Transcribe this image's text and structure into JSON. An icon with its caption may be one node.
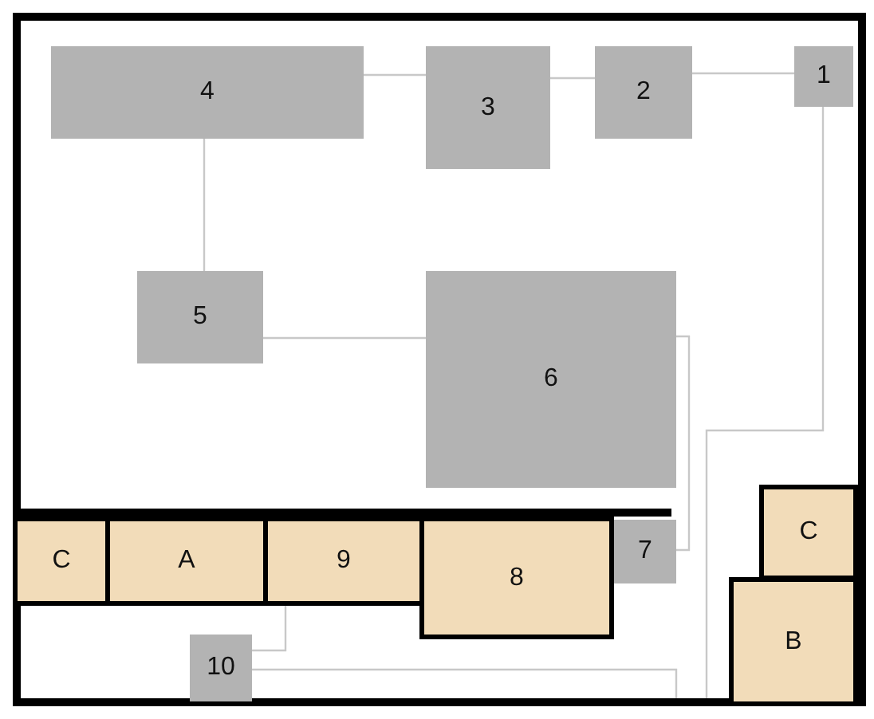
{
  "diagram": {
    "nodes": [
      {
        "text": [],
        "shape": "box"
      },
      {
        "text": [
          "4"
        ],
        "in": 0
      },
      {
        "text": [
          "3"
        ],
        "in": 0
      },
      {
        "text": [
          "2"
        ],
        "in": 0
      },
      {
        "text": [
          "1"
        ],
        "in": 0
      },
      {
        "text": [
          "5"
        ],
        "in": 0
      },
      {
        "text": [
          "6"
        ],
        "in": 0
      },
      {
        "text": [
          "C"
        ],
        "in": 0
      },
      {
        "text": [
          "A"
        ],
        "in": 0
      },
      {
        "text": [
          "9"
        ],
        "in": 0
      },
      {
        "text": [
          "8"
        ],
        "in": 0
      },
      {
        "text": [
          "7"
        ],
        "in": 0
      },
      {
        "text": [
          "C"
        ],
        "in": 0
      },
      {
        "text": [
          "B"
        ],
        "in": 0
      },
      {
        "text": [
          "10"
        ],
        "in": 0
      }
    ],
    "edges": [
      {
        "from": 1,
        "to": 2,
        "arrow": "none"
      },
      {
        "from": 2,
        "to": 3,
        "arrow": "none"
      },
      {
        "from": 3,
        "to": 4,
        "arrow": "none"
      },
      {
        "from": 1,
        "to": 5,
        "arrow": "none"
      },
      {
        "from": 5,
        "to": 6,
        "arrow": "none"
      },
      {
        "from": 6,
        "to": 11,
        "arrow": "none"
      },
      {
        "from": 9,
        "to": 14,
        "arrow": "none"
      },
      {
        "from": 14,
        "to": 0,
        "arrow": "none"
      },
      {
        "from": 4,
        "to": 0,
        "arrow": "none"
      }
    ]
  }
}
